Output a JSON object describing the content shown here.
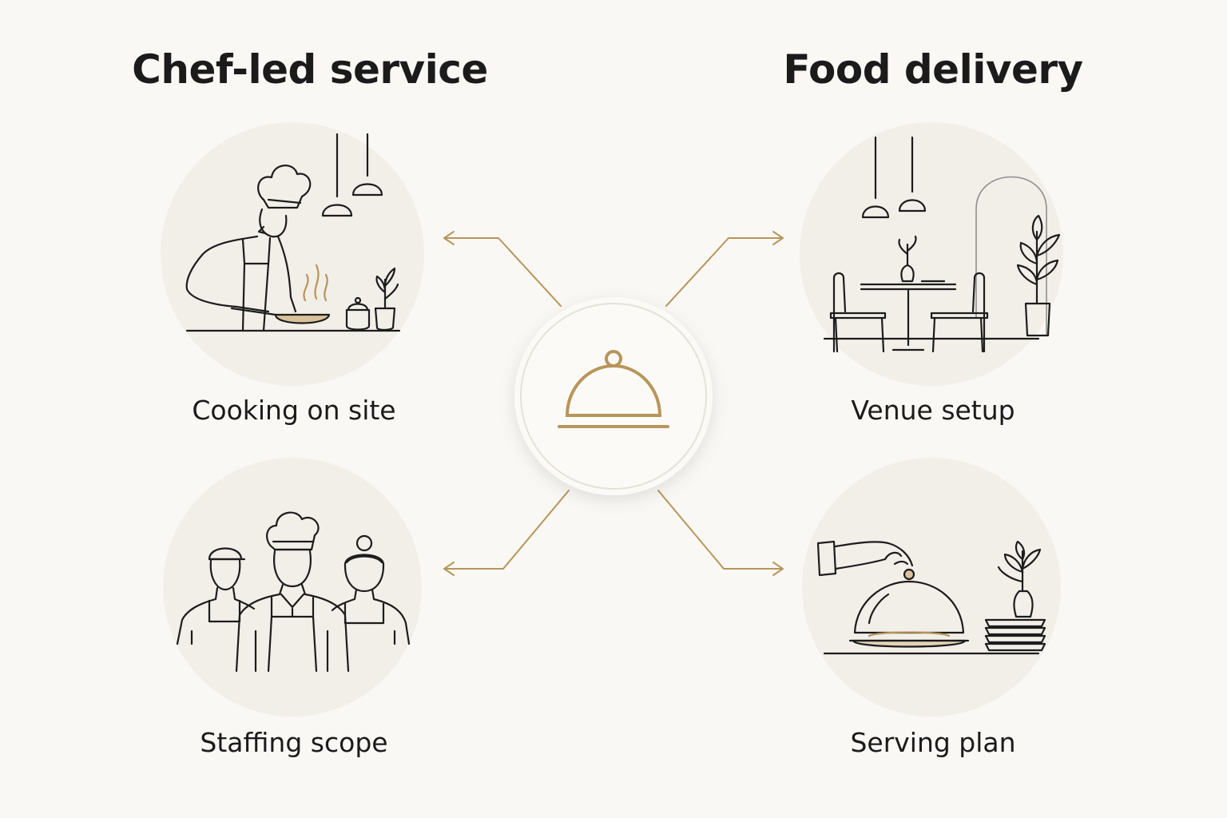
{
  "titles": {
    "left": "Chef-led service",
    "right": "Food delivery"
  },
  "items": {
    "cooking": {
      "label": "Cooking on site",
      "icon": "chef-cooking-icon"
    },
    "venue": {
      "label": "Venue setup",
      "icon": "dining-table-icon"
    },
    "staffing": {
      "label": "Staffing scope",
      "icon": "kitchen-staff-icon"
    },
    "serving": {
      "label": "Serving plan",
      "icon": "serving-cloche-icon"
    }
  },
  "center": {
    "icon": "cloche-icon"
  },
  "colors": {
    "background": "#faf8f4",
    "accent": "#b8955a",
    "line": "#1c1c1c",
    "circle": "#f2eee8"
  }
}
